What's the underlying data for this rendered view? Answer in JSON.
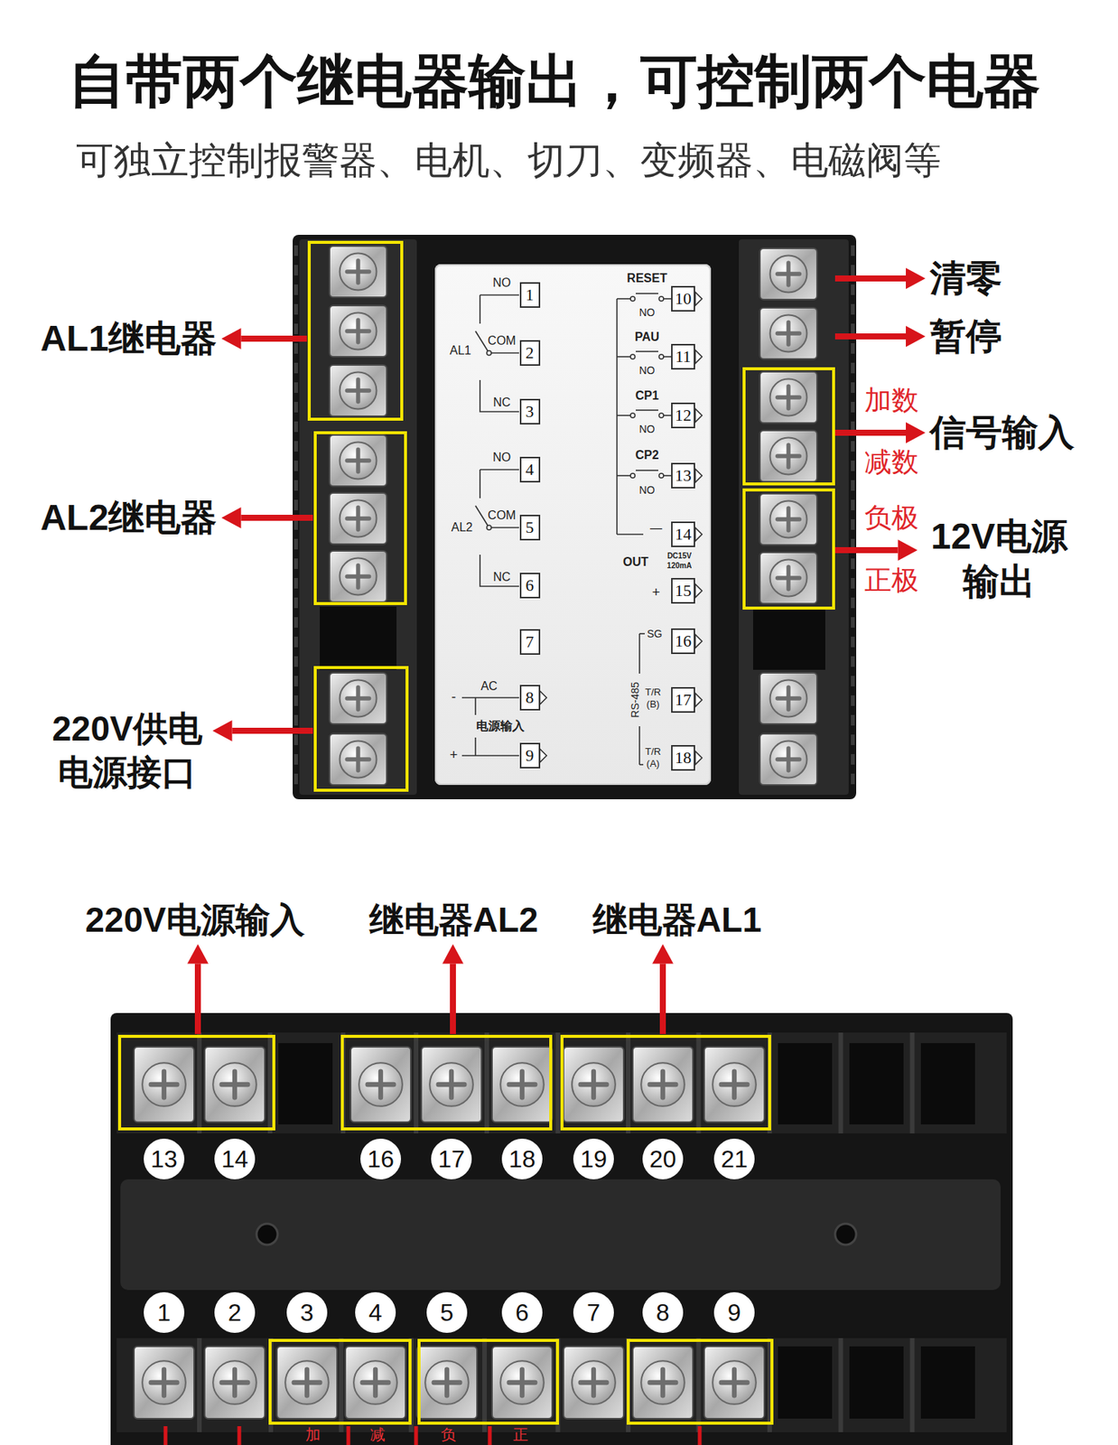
{
  "diagram": {
    "title": "自带两个继电器输出，可控制两个电器",
    "nodes": [
      {
        "text": [
          "NO",
          "AL1",
          "COM",
          "NC",
          "NO",
          "AL2",
          "COM",
          "NC",
          "-",
          "AC",
          "电源输入",
          "+",
          "RESET",
          "NO",
          "PAU",
          "NO",
          "CP1",
          "NO",
          "CP2",
          "NO",
          "—",
          "OUT",
          "DC15V",
          "120mA",
          "+",
          "SG",
          "RS-485",
          "T/R",
          "(B)",
          "T/R",
          "(A)"
        ]
      },
      {
        "text": [
          "1"
        ],
        "in": 0
      },
      {
        "text": [
          "2"
        ],
        "in": 0
      },
      {
        "text": [
          "3"
        ],
        "in": 0
      },
      {
        "text": [
          "4"
        ],
        "in": 0
      },
      {
        "text": [
          "5"
        ],
        "in": 0
      },
      {
        "text": [
          "6"
        ],
        "in": 0
      },
      {
        "text": [
          "7"
        ],
        "in": 0
      },
      {
        "text": [
          "8"
        ],
        "in": 0
      },
      {
        "text": [
          "9"
        ],
        "in": 0
      },
      {
        "text": [
          "10"
        ],
        "in": 0
      },
      {
        "text": [
          "11"
        ],
        "in": 0
      },
      {
        "text": [
          "12"
        ],
        "in": 0
      },
      {
        "text": [
          "13"
        ],
        "in": 0
      },
      {
        "text": [
          "14"
        ],
        "in": 0
      },
      {
        "text": [
          "15"
        ],
        "in": 0
      },
      {
        "text": [
          "16"
        ],
        "in": 0
      },
      {
        "text": [
          "17"
        ],
        "in": 0
      },
      {
        "text": [
          "18"
        ],
        "in": 0
      },
      {
        "text": [
          "13"
        ]
      },
      {
        "text": [
          "14"
        ]
      },
      {
        "text": [
          "16"
        ]
      },
      {
        "text": [
          "17"
        ]
      },
      {
        "text": [
          "18"
        ]
      },
      {
        "text": [
          "19"
        ]
      },
      {
        "text": [
          "20"
        ]
      },
      {
        "text": [
          "21"
        ]
      },
      {
        "text": [
          "1"
        ]
      },
      {
        "text": [
          "2"
        ]
      },
      {
        "text": [
          "3"
        ]
      },
      {
        "text": [
          "4"
        ]
      },
      {
        "text": [
          "5"
        ]
      },
      {
        "text": [
          "6"
        ]
      },
      {
        "text": [
          "7"
        ]
      },
      {
        "text": [
          "8"
        ]
      },
      {
        "text": [
          "9"
        ]
      }
    ],
    "labels": [
      "可独立控制报警器、电机、切刀、变频器、电磁阀等",
      "AL1继电器",
      "AL2继电器",
      "220V供电 电源接口",
      "清零",
      "暂停",
      "加数",
      "信号输入",
      "减数",
      "负极",
      "12V电源 输出",
      "正极",
      "220V电源输入",
      "继电器AL2",
      "继电器AL1",
      "加",
      "减",
      "负",
      "正"
    ]
  }
}
